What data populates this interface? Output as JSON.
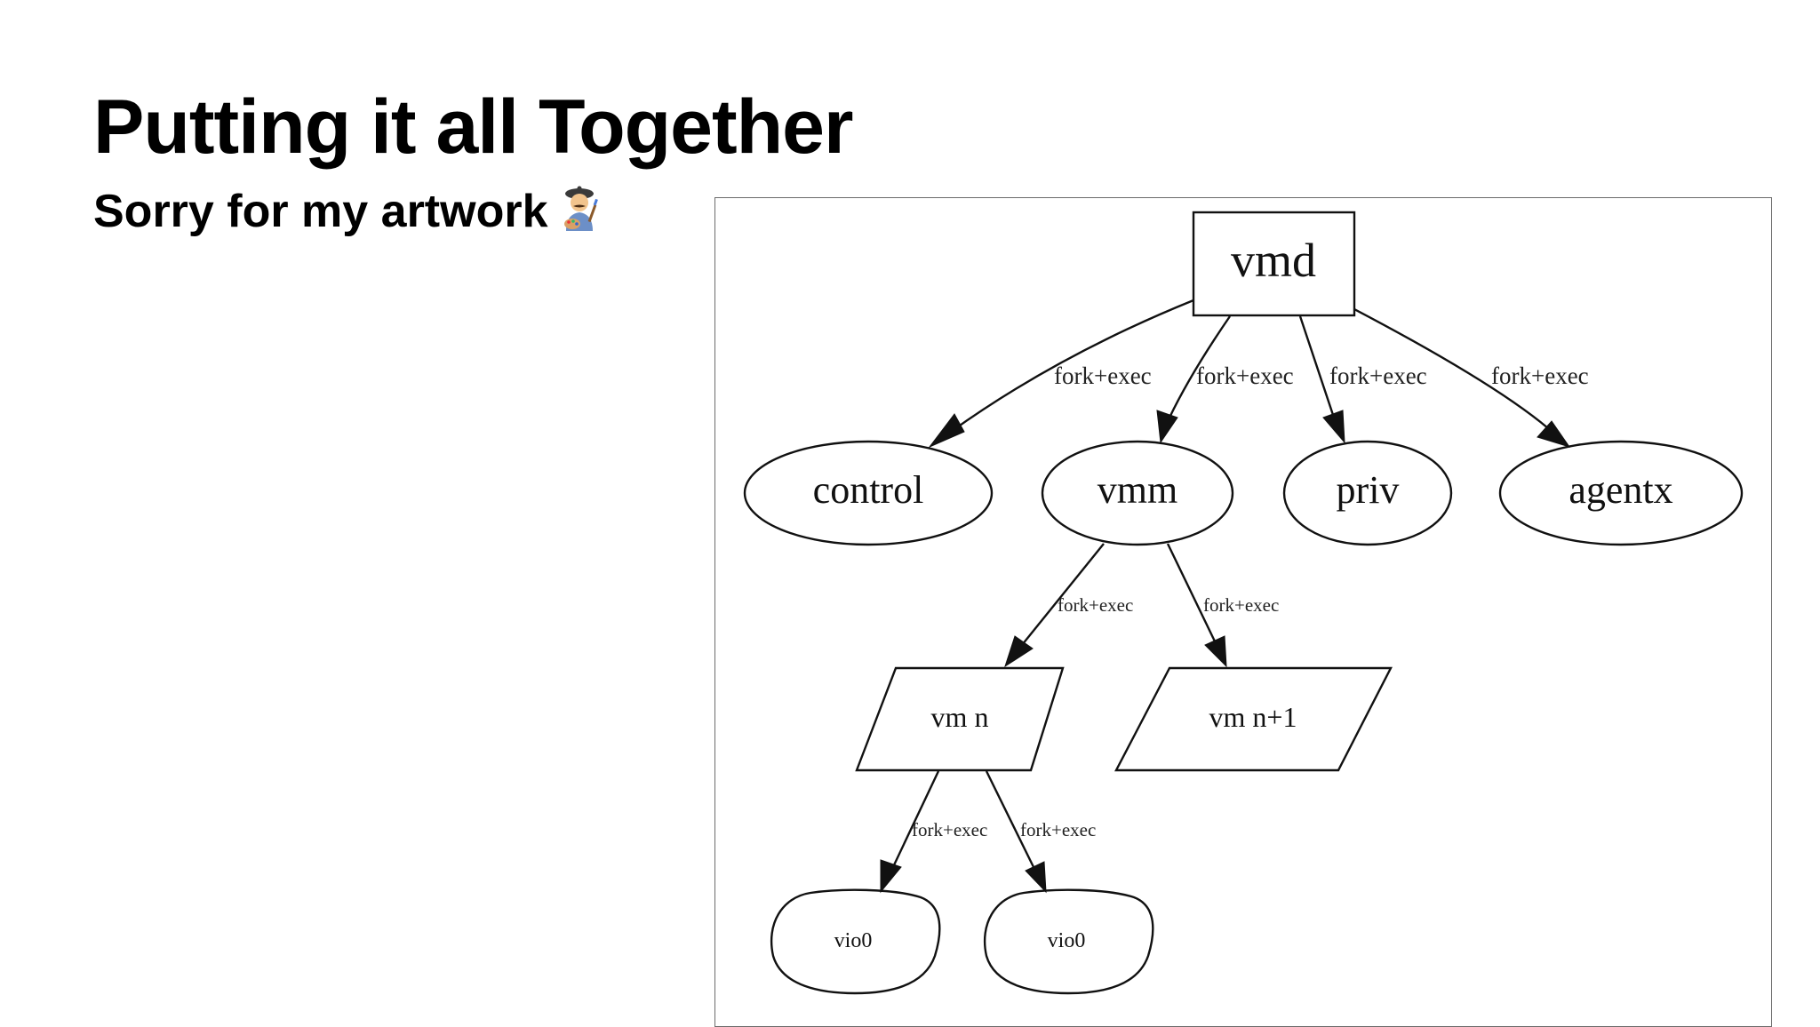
{
  "slide": {
    "title": "Putting it all Together",
    "subtitle": "Sorry for my artwork"
  },
  "icons": {
    "subtitle_icon": "artist-icon"
  },
  "diagram": {
    "nodes": {
      "vmd": "vmd",
      "control": "control",
      "vmm": "vmm",
      "priv": "priv",
      "agentx": "agentx",
      "vm_n": "vm n",
      "vm_n1": "vm n+1",
      "vio0_a": "vio0",
      "vio0_b": "vio0"
    },
    "edges": {
      "vmd_control": "fork+exec",
      "vmd_vmm": "fork+exec",
      "vmd_priv": "fork+exec",
      "vmd_agentx": "fork+exec",
      "vmm_vm_n": "fork+exec",
      "vmm_vm_n1": "fork+exec",
      "vm_n_vio0_a": "fork+exec",
      "vm_n_vio0_b": "fork+exec"
    }
  }
}
